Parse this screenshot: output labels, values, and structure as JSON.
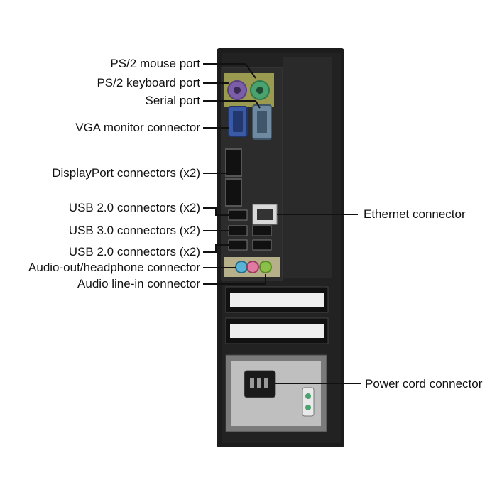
{
  "diagram": {
    "labels_left": {
      "ps2_mouse": "PS/2 mouse port",
      "ps2_keyboard": "PS/2 keyboard port",
      "serial": "Serial port",
      "vga": "VGA monitor connector",
      "displayport": "DisplayPort connectors (x2)",
      "usb2_top": "USB 2.0 connectors (x2)",
      "usb3": "USB 3.0 connectors (x2)",
      "usb2_bottom": "USB 2.0 connectors (x2)",
      "audio_out": "Audio-out/headphone connector",
      "audio_in": "Audio line-in connector"
    },
    "labels_right": {
      "ethernet": "Ethernet connector",
      "power": "Power cord connector"
    },
    "colors": {
      "chassis": "#1c1c1c",
      "bay": "#2b2b2b",
      "ps2_mouse": "#4aa36f",
      "ps2_keyboard": "#7b5ea8",
      "vga": "#3a5aa6",
      "serial": "#6f8aa0",
      "audio_out": "#58b4d6",
      "audio_in": "#8bbf4a",
      "mic_pink": "#e07aa0",
      "psu": "#bfbfbf"
    }
  }
}
